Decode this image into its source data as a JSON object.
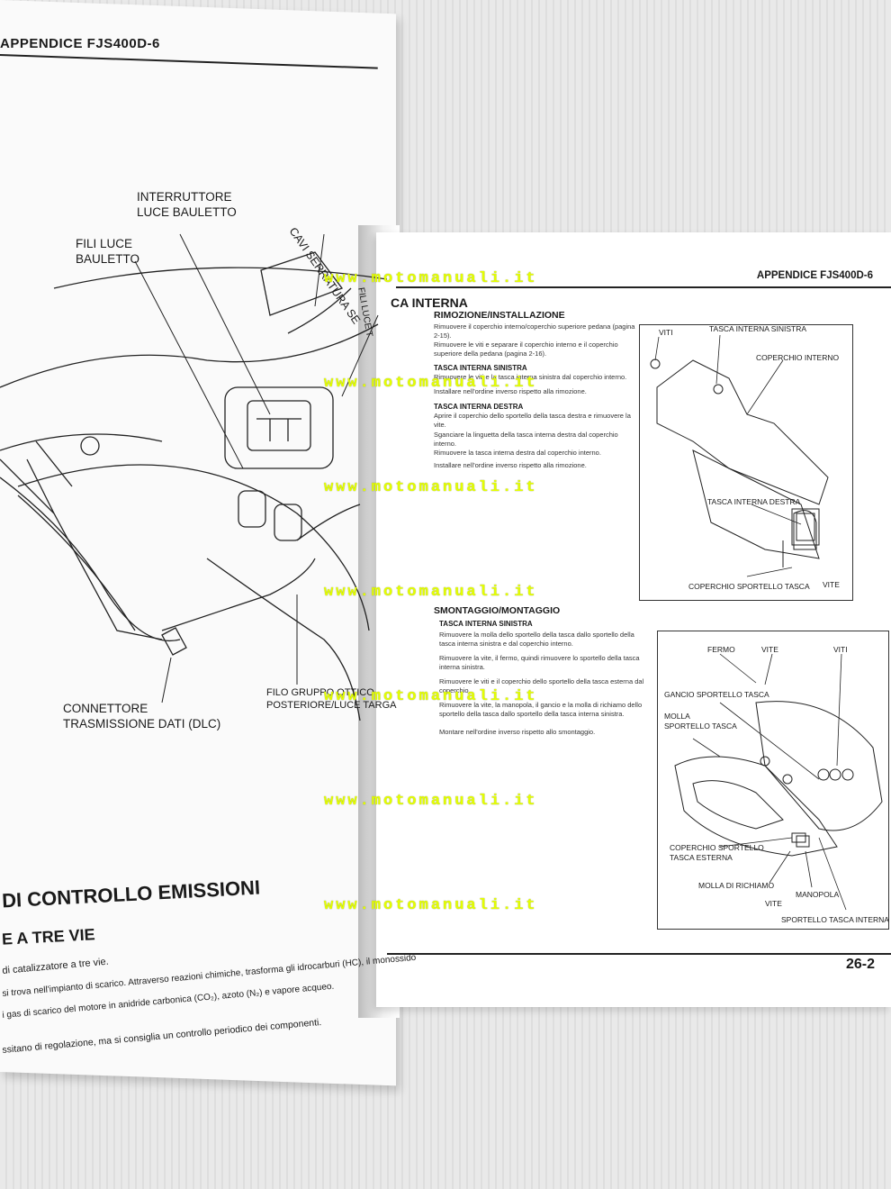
{
  "watermark": "www.motomanuali.it",
  "left_page": {
    "header": "APPENDICE FJS400D-6",
    "labels": {
      "interruttore": "INTERRUTTORE\nLUCE BAULETTO",
      "fili_luce": "FILI LUCE\nBAULETTO",
      "cavi_serratura": "CAVI SERRATURA SE",
      "fili_luce_targa": "FILI LUCE T",
      "connettore": "CONNETTORE\nTRASMISSIONE DATI (DLC)",
      "filo_gruppo": "FILO GRUPPO OTTICO\nPOSTERIORE/LUCE TARGA"
    },
    "section_title": "DI CONTROLLO EMISSIONI",
    "subsection_title": "E A TRE VIE",
    "body_lines": [
      "di catalizzatore a tre vie.",
      "si trova nell'impianto di scarico. Attraverso reazioni chimiche, trasforma gli idrocarburi (HC), il monossido",
      "i gas di scarico del motore in anidride carbonica (CO₂), azoto (N₂) e vapore acqueo.",
      "ssitano di regolazione, ma si consiglia un controllo periodico dei componenti."
    ]
  },
  "right_page": {
    "header": "APPENDICE FJS400D-6",
    "section_title": "CA INTERNA",
    "rimozione": {
      "title": "RIMOZIONE/INSTALLAZIONE",
      "p1": "Rimuovere il coperchio interno/coperchio superiore pedana (pagina 2-15).",
      "p2": "Rimuovere le viti e separare il coperchio interno e il coperchio superiore della pedana (pagina 2-16).",
      "sx_title": "TASCA INTERNA SINISTRA",
      "sx_p1": "Rimuovere le viti e la tasca interna sinistra dal coperchio interno.",
      "sx_p2": "Installare nell'ordine inverso rispetto alla rimozione.",
      "dx_title": "TASCA INTERNA DESTRA",
      "dx_p1": "Aprire il coperchio dello sportello della tasca destra e rimuovere la vite.",
      "dx_p2": "Sganciare la linguetta della tasca interna destra dal coperchio interno.",
      "dx_p3": "Rimuovere la tasca interna destra dal coperchio interno.",
      "dx_p4": "Installare nell'ordine inverso rispetto alla rimozione."
    },
    "smontaggio": {
      "title": "SMONTAGGIO/MONTAGGIO",
      "sx_title": "TASCA INTERNA SINISTRA",
      "p1": "Rimuovere la molla dello sportello della tasca dallo sportello della tasca interna sinistra e dal coperchio interno.",
      "p2": "Rimuovere la vite, il fermo, quindi rimuovere lo sportello della tasca interna sinistra.",
      "p3": "Rimuovere le viti e il coperchio dello sportello della tasca esterna dal coperchio.",
      "p4": "Rimuovere la vite, la manopola, il gancio e la molla di richiamo dello sportello della tasca dallo sportello della tasca interna sinistra.",
      "p5": "Montare nell'ordine inverso rispetto allo smontaggio."
    },
    "diagram1": {
      "viti": "VITI",
      "tasca_sx": "TASCA INTERNA SINISTRA",
      "coperchio_interno": "COPERCHIO INTERNO",
      "tasca_dx": "TASCA INTERNA DESTRA",
      "coperchio_sportello": "COPERCHIO SPORTELLO TASCA",
      "vite": "VITE"
    },
    "diagram2": {
      "fermo": "FERMO",
      "vite_top": "VITE",
      "viti": "VITI",
      "gancio": "GANCIO SPORTELLO TASCA",
      "molla": "MOLLA\nSPORTELLO TASCA",
      "coperchio_esterna": "COPERCHIO SPORTELLO\nTASCA ESTERNA",
      "molla_richiamo": "MOLLA DI RICHIAMO",
      "manopola": "MANOPOLA",
      "vite_bottom": "VITE",
      "sportello": "SPORTELLO TASCA INTERNA"
    },
    "page_number": "26-2"
  }
}
